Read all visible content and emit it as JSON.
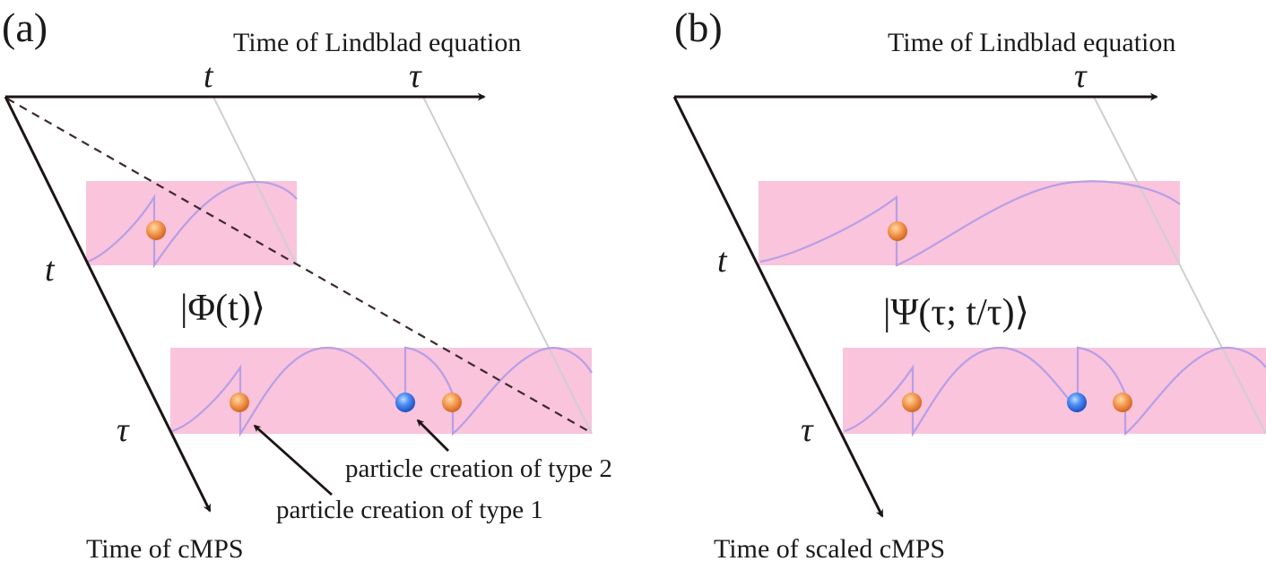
{
  "panel_a": {
    "tag": "(a)",
    "horizontal_axis_label": "Time of Lindblad equation",
    "tick_t_top": "t",
    "tick_tau_top": "τ",
    "tick_t_side": "t",
    "tick_tau_side": "τ",
    "vertical_axis_label": "Time of cMPS",
    "state_label": "|Φ(t)⟩",
    "annotation_type1": "particle creation of type 1",
    "annotation_type2": "particle creation of type 2"
  },
  "panel_b": {
    "tag": "(b)",
    "horizontal_axis_label": "Time of Lindblad equation",
    "tick_tau_top": "τ",
    "tick_t_side": "t",
    "tick_tau_side": "τ",
    "vertical_axis_label": "Time of scaled cMPS",
    "state_label": "|Ψ(τ; t/τ)⟩"
  },
  "colors": {
    "strip": "#f9c4dc",
    "wave": "#b79fe6",
    "particle_type1": "#f08a3c",
    "particle_type2": "#2f6fe8",
    "axis": "#1c1414"
  }
}
